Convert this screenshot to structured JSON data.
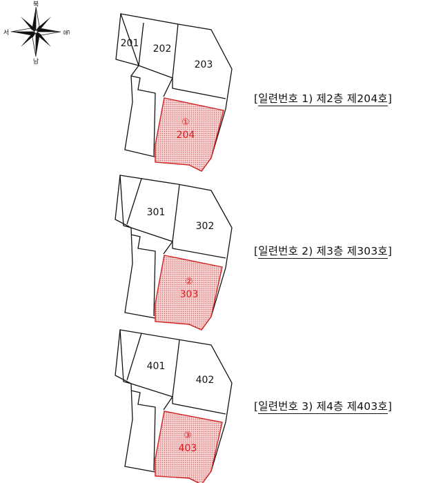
{
  "compass": {
    "north": "북",
    "south": "남",
    "west": "서",
    "east": "동"
  },
  "colors": {
    "highlight_text": "#e01818",
    "highlight_stroke": "#d02020",
    "hatch": "#e08a8a"
  },
  "floors": [
    {
      "room_labels": [
        "201",
        "202",
        "203"
      ],
      "highlight_marker": "①",
      "highlight_unit": "204",
      "caption": {
        "open": "[",
        "text": "일련번호 1)  제2층  제204호",
        "close": "]"
      }
    },
    {
      "room_labels": [
        "301",
        "302"
      ],
      "highlight_marker": "②",
      "highlight_unit": "303",
      "caption": {
        "open": "[",
        "text": "일련번호 2)  제3층  제303호",
        "close": "]"
      }
    },
    {
      "room_labels": [
        "401",
        "402"
      ],
      "highlight_marker": "③",
      "highlight_unit": "403",
      "caption": {
        "open": "[",
        "text": "일련번호 3)  제4층  제403호",
        "close": "]"
      }
    }
  ]
}
